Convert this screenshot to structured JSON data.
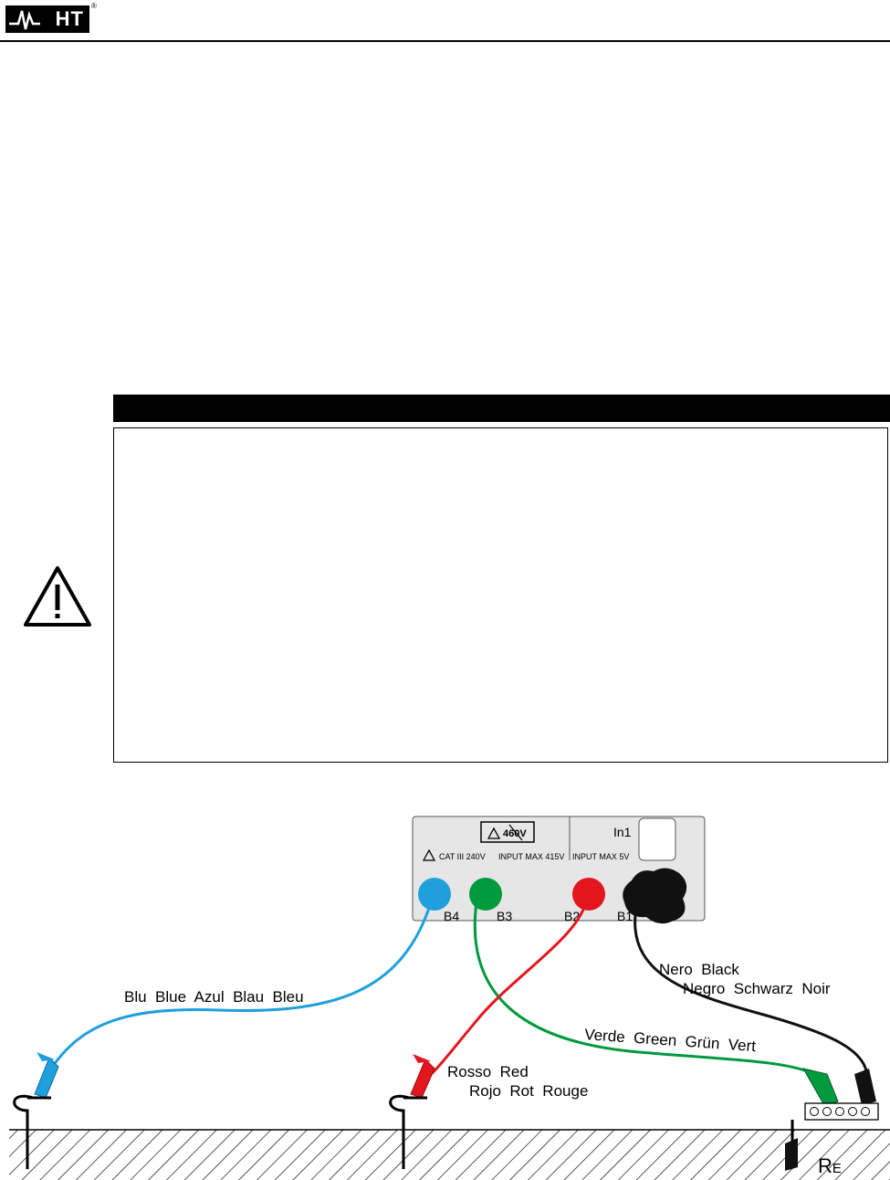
{
  "header": {
    "logo_text": "HT",
    "logo_registered": "®"
  },
  "diagram": {
    "instrument": {
      "voltage_badge": "460V",
      "cat_label": "CAT III 240V",
      "input_max_label": "INPUT MAX 415V",
      "in1_label": "In1",
      "in1_input_label": "INPUT MAX 5V"
    },
    "terminals": {
      "b4": "B4",
      "b3": "B3",
      "b2": "B2",
      "b1": "B1"
    },
    "cable_labels": {
      "blue": "Blu  Blue  Azul  Blau  Bleu",
      "black_line1": "Nero  Black",
      "black_line2": "Negro  Schwarz  Noir",
      "green": "Verde  Green  Grün  Vert",
      "red_line1": "Rosso  Red",
      "red_line2": "Rojo  Rot  Rouge"
    },
    "re_label_main": "R",
    "re_label_sub": "E"
  },
  "colors": {
    "blue": "#1fa0dc",
    "green": "#009a3e",
    "red": "#e3161e",
    "black": "#111111",
    "panel": "#e6e6e6"
  }
}
